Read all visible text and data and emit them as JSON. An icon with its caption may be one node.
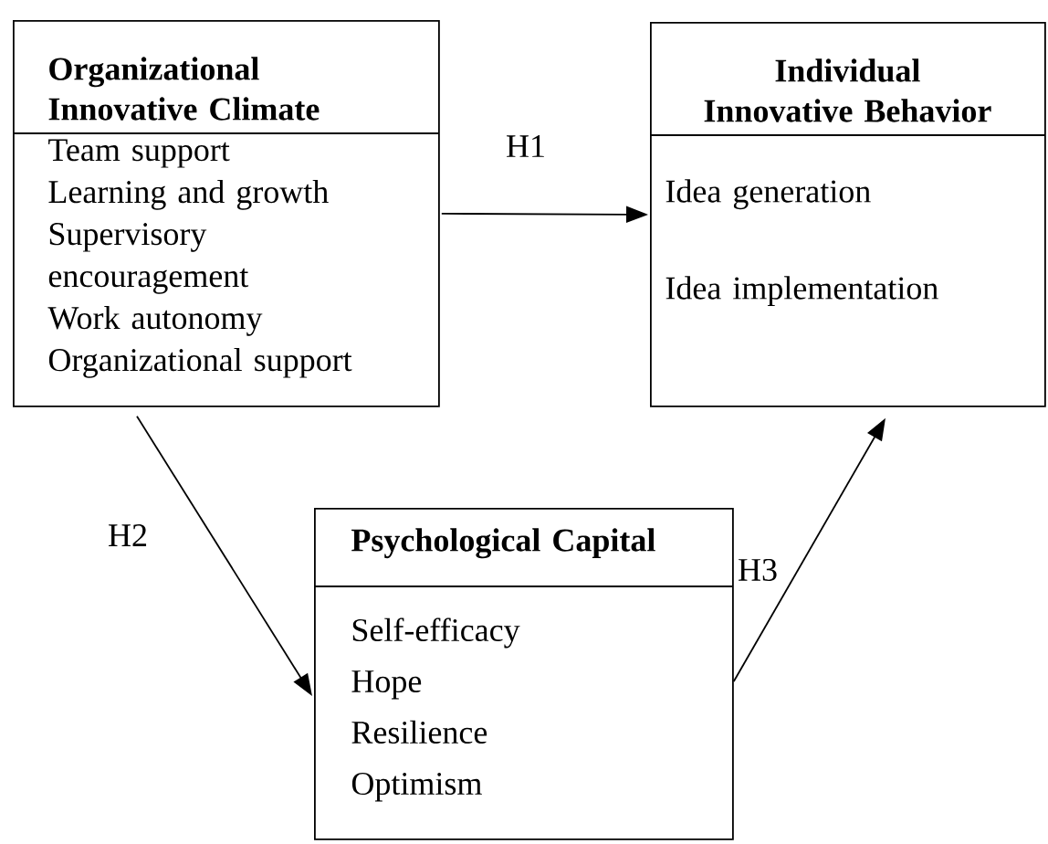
{
  "diagram": {
    "nodes": [
      {
        "text": [
          "Organizational Innovative Climate",
          "Team support",
          "Learning and growth",
          "Supervisory encouragement",
          "Work autonomy",
          "Organizational support"
        ]
      },
      {
        "text": [
          "Individual Innovative Behavior",
          "Idea generation",
          "Idea implementation"
        ]
      },
      {
        "text": [
          "Psychological Capital",
          "Self-efficacy",
          "Hope",
          "Resilience",
          "Optimism"
        ]
      }
    ],
    "edges": [
      {
        "from": 0,
        "to": 1,
        "arrow": "to",
        "label": "H1"
      },
      {
        "from": 0,
        "to": 2,
        "arrow": "to",
        "label": "H2"
      },
      {
        "from": 2,
        "to": 1,
        "arrow": "to",
        "label": "H3"
      }
    ]
  }
}
